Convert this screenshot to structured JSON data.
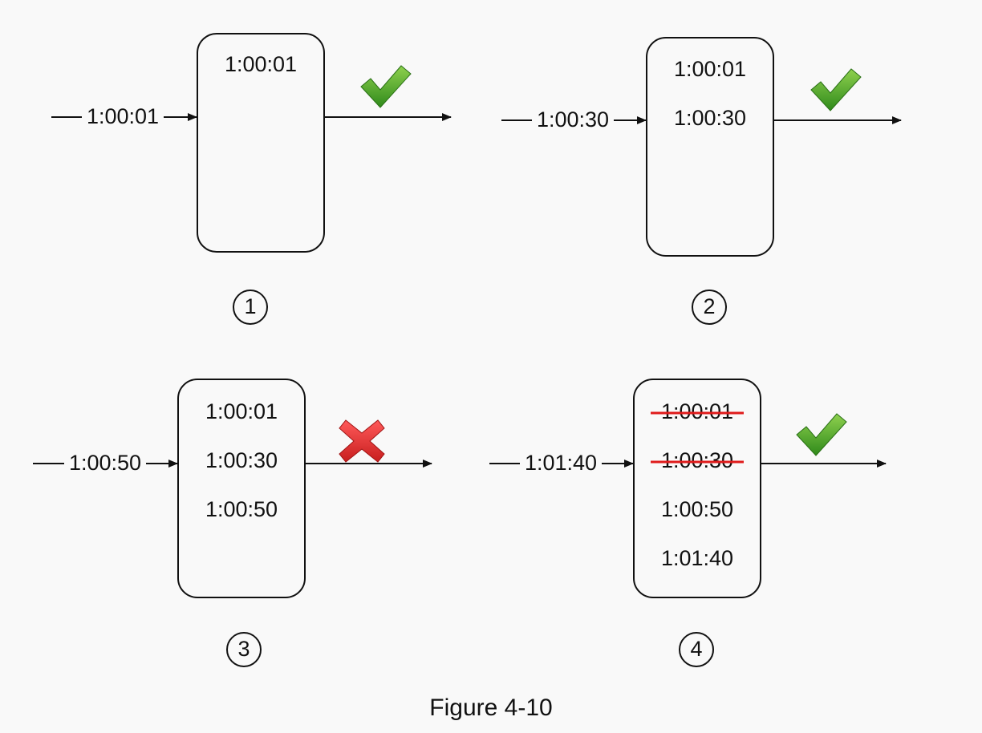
{
  "caption": "Figure 4-10",
  "panels": [
    {
      "step_label": "1",
      "incoming": "1:00:01",
      "log_entries": [
        {
          "text": "1:00:01",
          "removed": false
        }
      ],
      "result": "check-icon"
    },
    {
      "step_label": "2",
      "incoming": "1:00:30",
      "log_entries": [
        {
          "text": "1:00:01",
          "removed": false
        },
        {
          "text": "1:00:30",
          "removed": false
        }
      ],
      "result": "check-icon"
    },
    {
      "step_label": "3",
      "incoming": "1:00:50",
      "log_entries": [
        {
          "text": "1:00:01",
          "removed": false
        },
        {
          "text": "1:00:30",
          "removed": false
        },
        {
          "text": "1:00:50",
          "removed": false
        }
      ],
      "result": "cross-icon"
    },
    {
      "step_label": "4",
      "incoming": "1:01:40",
      "log_entries": [
        {
          "text": "1:00:01",
          "removed": true
        },
        {
          "text": "1:00:30",
          "removed": true
        },
        {
          "text": "1:00:50",
          "removed": false
        },
        {
          "text": "1:01:40",
          "removed": false
        }
      ],
      "result": "check-icon"
    }
  ],
  "colors": {
    "check_light": "#8fd14f",
    "check_dark": "#2f8a1a",
    "cross_light": "#ff5a5a",
    "cross_dark": "#c81e1e",
    "strike": "#e01b1b",
    "stroke": "#111111"
  }
}
